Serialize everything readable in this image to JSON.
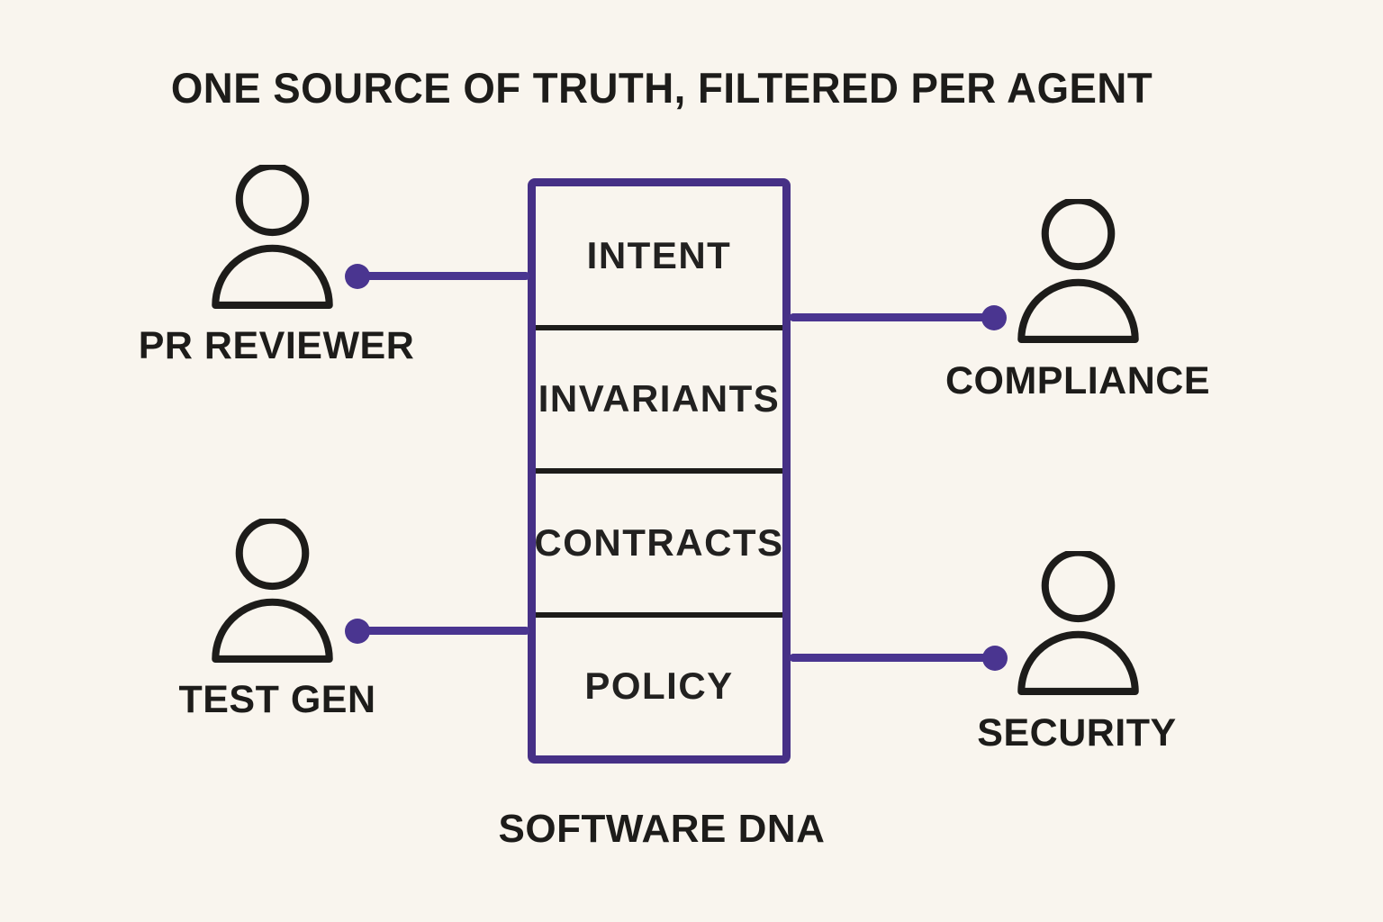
{
  "title": "ONE SOURCE OF TRUTH, FILTERED PER AGENT",
  "center_box": {
    "caption": "SOFTWARE DNA",
    "sections": [
      {
        "label": "INTENT"
      },
      {
        "label": "INVARIANTS"
      },
      {
        "label": "CONTRACTS"
      },
      {
        "label": "POLICY"
      }
    ]
  },
  "agents": [
    {
      "id": "pr-reviewer",
      "label": "PR REVIEWER",
      "side": "left",
      "position": "top"
    },
    {
      "id": "compliance",
      "label": "COMPLIANCE",
      "side": "right",
      "position": "top"
    },
    {
      "id": "test-gen",
      "label": "TEST GEN",
      "side": "left",
      "position": "bottom"
    },
    {
      "id": "security",
      "label": "SECURITY",
      "side": "right",
      "position": "bottom"
    }
  ],
  "colors": {
    "background": "#f9f5ee",
    "ink": "#1d1c1a",
    "accent_purple": "#4a3590"
  }
}
